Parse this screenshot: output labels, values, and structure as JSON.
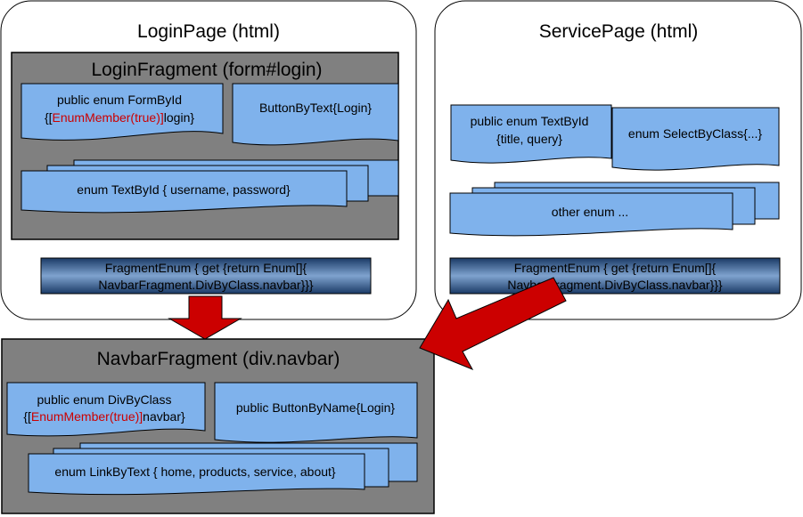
{
  "login_page": {
    "title": "LoginPage (html)",
    "fragment_title": "LoginFragment (form#login)",
    "form_by_id_line1": "public enum FormById",
    "form_by_id_pre": "{[",
    "form_by_id_red": "EnumMember(true)]",
    "form_by_id_post": "login}",
    "button_by_text": "ButtonByText{Login}",
    "text_by_id": "enum TextById { username, password}",
    "fragment_enum_line1": "FragmentEnum { get {return Enum[]{",
    "fragment_enum_line2": "NavbarFragment.DivByClass.navbar}}}"
  },
  "service_page": {
    "title": "ServicePage (html)",
    "text_by_id_line1": "public enum TextById",
    "text_by_id_line2": "{title, query}",
    "select_by_class": "enum SelectByClass{...}",
    "other_enum": "other enum ...",
    "fragment_enum_line1": "FragmentEnum { get {return Enum[]{",
    "fragment_enum_line2": "NavbarFragment.DivByClass.navbar}}}"
  },
  "navbar": {
    "title": "NavbarFragment (div.navbar)",
    "div_by_class_line1": "public enum DivByClass",
    "div_by_class_pre": "{[",
    "div_by_class_red": "EnumMember(true)]",
    "div_by_class_post": "navbar}",
    "button_by_name": "public ButtonByName{Login}",
    "link_by_text": "enum LinkByText { home, products, service, about}"
  },
  "colors": {
    "fragment_bg": "#808080",
    "doc_fill": "#7fb2ec",
    "accent_red": "#cc0000",
    "arrow_red": "#cc0000"
  }
}
